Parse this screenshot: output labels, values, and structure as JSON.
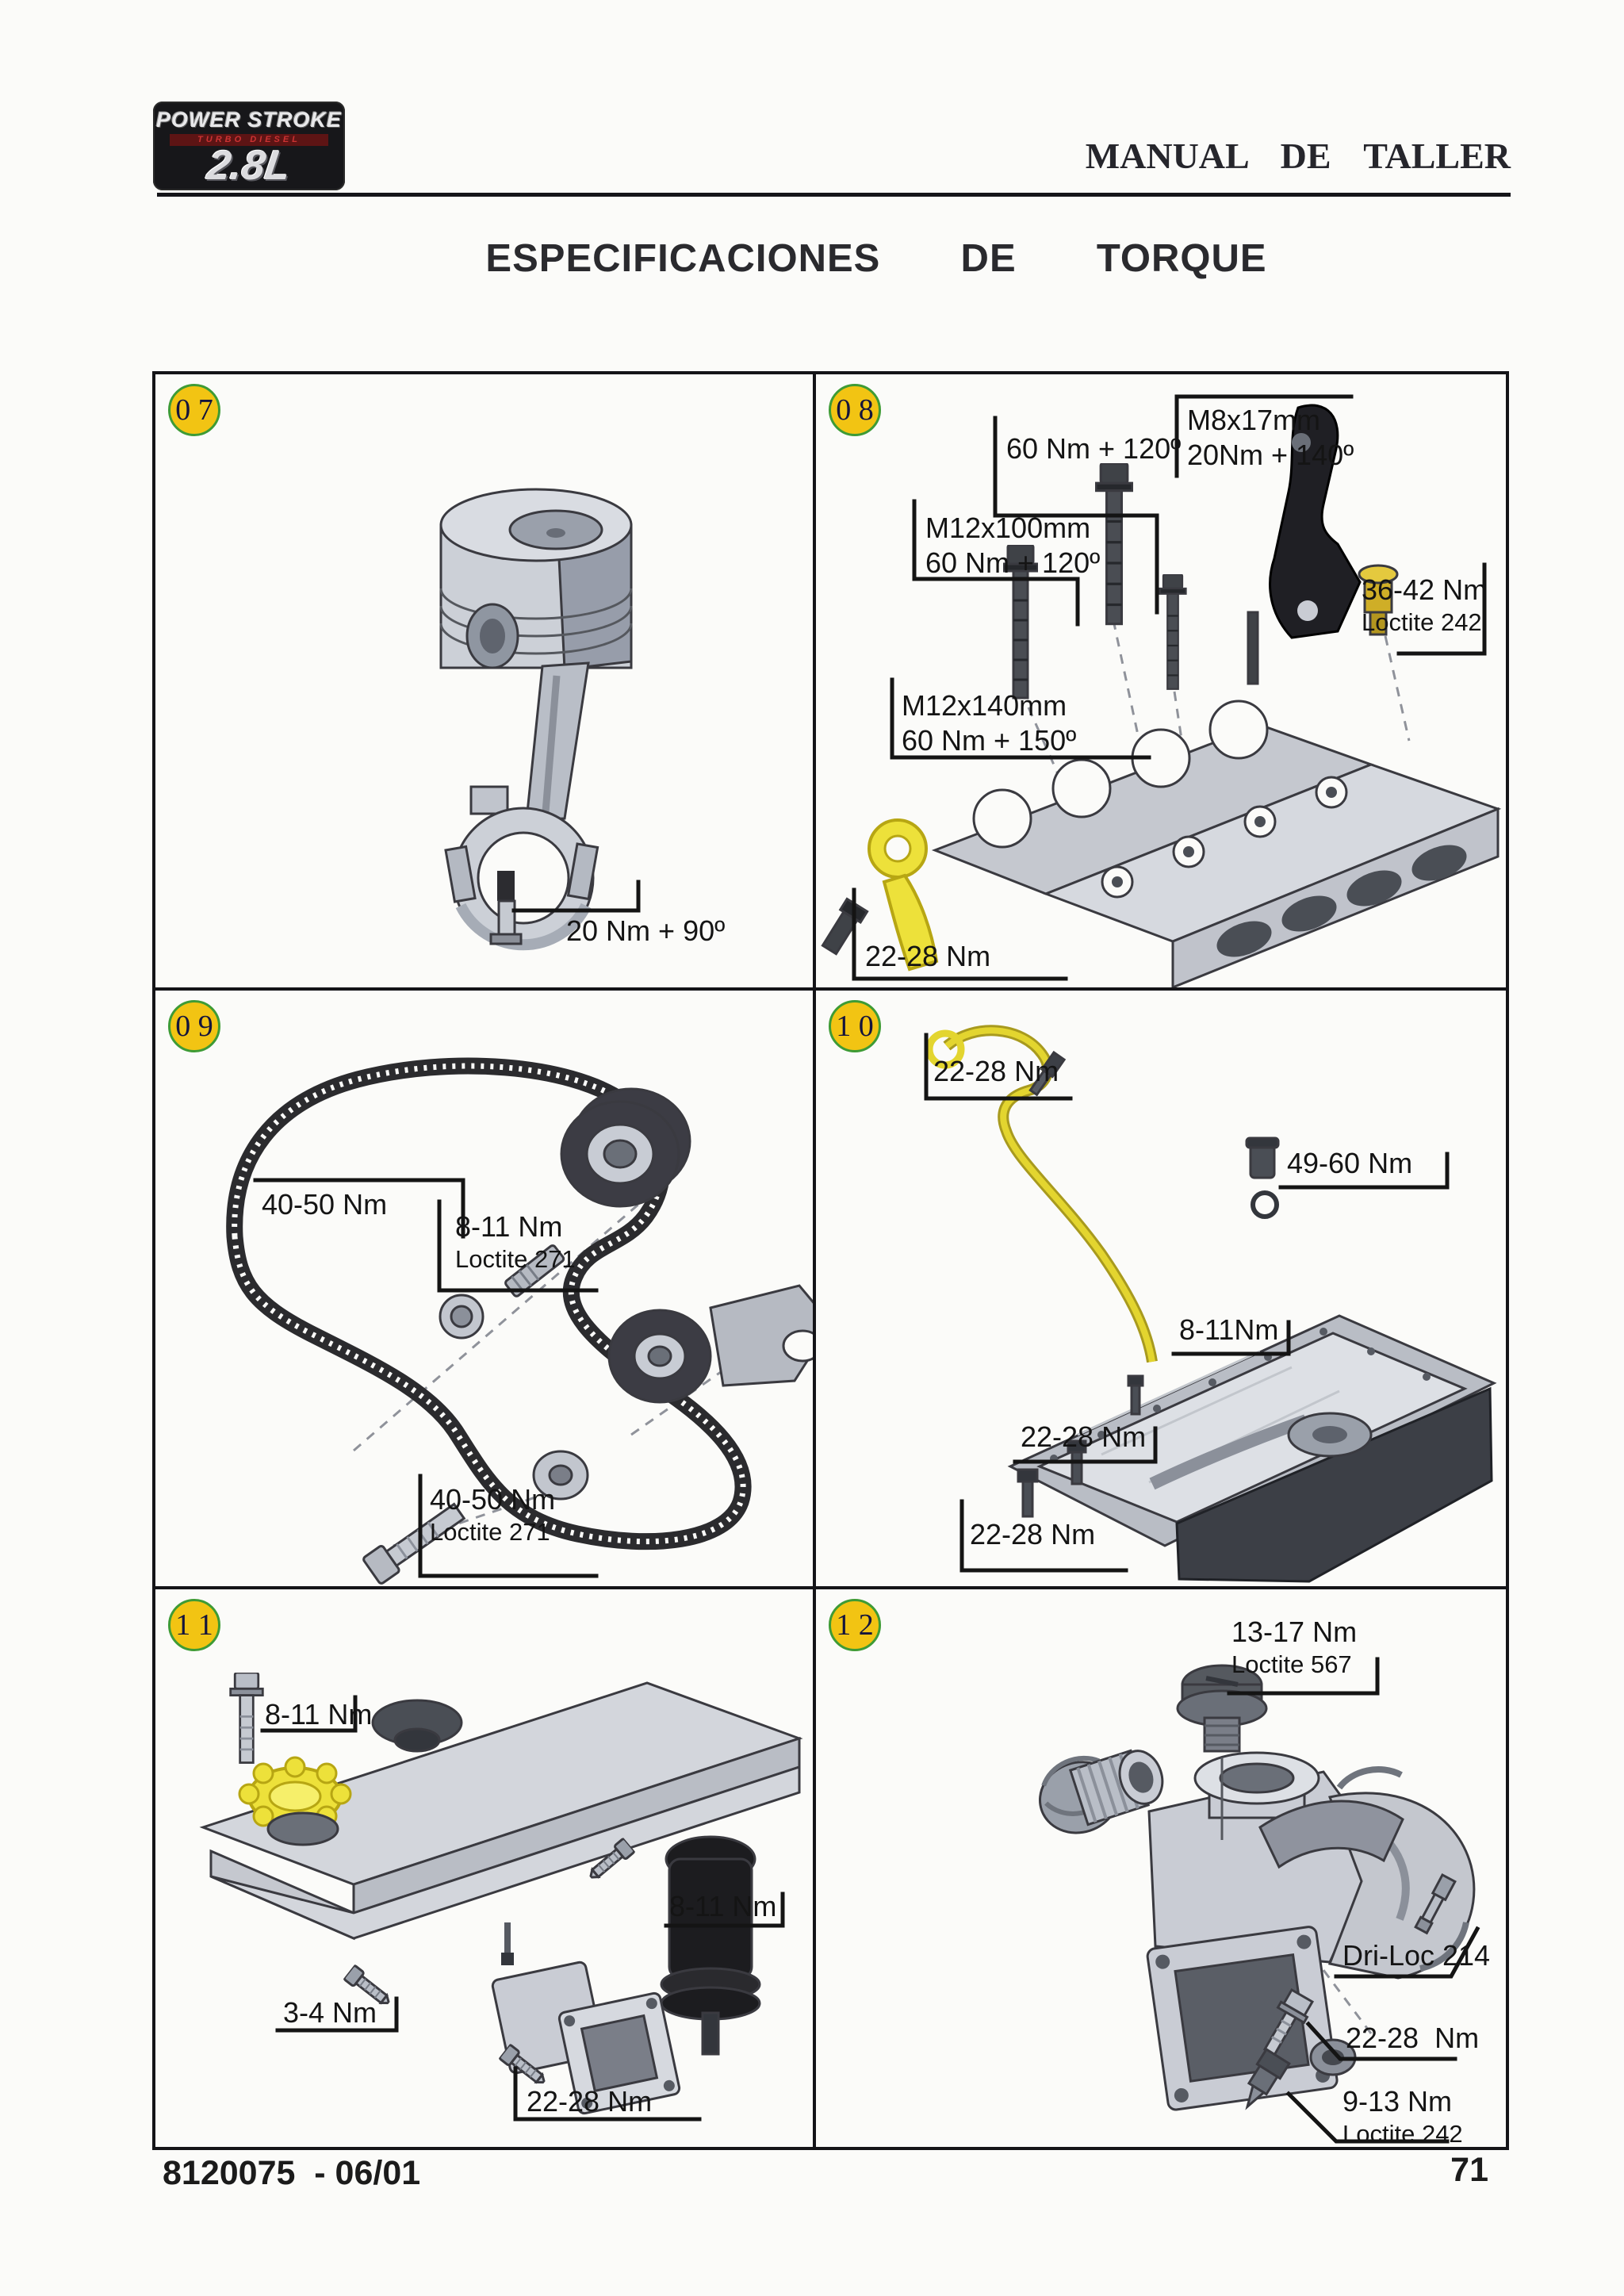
{
  "header": {
    "logo": {
      "brand": "POWER STROKE",
      "sub": "TURBO DIESEL",
      "displacement": "2.8L"
    },
    "manual_title": "MANUAL DE TALLER"
  },
  "page_title": "ESPECIFICACIONES  DE  TORQUE",
  "panels": [
    {
      "number": "0 7",
      "labels": [
        {
          "lines": [
            "20 Nm + 90º"
          ]
        }
      ]
    },
    {
      "number": "0 8",
      "labels": [
        {
          "lines": [
            "60 Nm + 120º"
          ]
        },
        {
          "lines": [
            "M8x17mm",
            "20Nm + 140º"
          ]
        },
        {
          "lines": [
            "M12x100mm",
            "60 Nm + 120º"
          ]
        },
        {
          "lines": [
            "M12x140mm",
            "60 Nm + 150º"
          ]
        },
        {
          "lines": [
            "36-42 Nm",
            "Loctite 242"
          ]
        },
        {
          "lines": [
            "22-28 Nm"
          ]
        }
      ]
    },
    {
      "number": "0 9",
      "labels": [
        {
          "lines": [
            "40-50 Nm"
          ]
        },
        {
          "lines": [
            "8-11 Nm",
            "Loctite 271"
          ]
        },
        {
          "lines": [
            "40-50 Nm",
            "Loctite 271"
          ]
        }
      ]
    },
    {
      "number": "1 0",
      "labels": [
        {
          "lines": [
            "22-28 Nm"
          ]
        },
        {
          "lines": [
            "49-60 Nm"
          ]
        },
        {
          "lines": [
            "8-11Nm"
          ]
        },
        {
          "lines": [
            "22-28 Nm"
          ]
        },
        {
          "lines": [
            "22-28 Nm"
          ]
        }
      ]
    },
    {
      "number": "1 1",
      "labels": [
        {
          "lines": [
            "8-11 Nm"
          ]
        },
        {
          "lines": [
            "8-11 Nm"
          ]
        },
        {
          "lines": [
            "3-4 Nm"
          ]
        },
        {
          "lines": [
            "22-28 Nm"
          ]
        }
      ]
    },
    {
      "number": "1 2",
      "labels": [
        {
          "lines": [
            "13-17 Nm",
            "Loctite 567"
          ]
        },
        {
          "lines": [
            "Dri-Loc 214"
          ]
        },
        {
          "lines": [
            "22-28  Nm"
          ]
        },
        {
          "lines": [
            "9-13 Nm",
            "Loctite 242"
          ]
        }
      ]
    }
  ],
  "footer": {
    "document_number": "8120075  - 06/01",
    "page_number": "71"
  },
  "colors": {
    "badge_fill": "#F2C413",
    "badge_border": "#3E9B35",
    "highlight_yellow": "#EDE13A",
    "line_black": "#141418",
    "part_grey": "#C9CCD4",
    "part_dark": "#3F4247"
  }
}
